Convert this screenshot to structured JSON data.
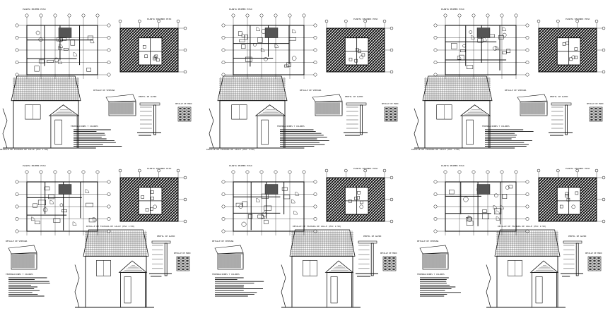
{
  "sheet": {
    "line_color": "#111111",
    "background": "#ffffff",
    "panels": [
      {
        "id": "p1",
        "plan_labels": [
          "PLANTA PRIMER PISO",
          "PLANTA SEGUNDO PISO"
        ],
        "detail_labels": [
          "DETALLE DE VENTANA",
          "PERFIL DE ALERO",
          "DETALLE DE MURO"
        ],
        "elevation_caption": "DETALLE DE FACHADA DE CALLE (ESC 1:50)",
        "notes_title": "TERMINACIONES Y COLORES"
      },
      {
        "id": "p2",
        "plan_labels": [
          "PLANTA PRIMER PISO",
          "PLANTA SEGUNDO PISO"
        ],
        "detail_labels": [
          "DETALLE DE VENTANA",
          "PERFIL DE ALERO",
          "DETALLE DE MURO"
        ],
        "elevation_caption": "DETALLE DE FACHADA DE CALLE (ESC 1:50)",
        "notes_title": "TERMINACIONES Y COLORES"
      },
      {
        "id": "p3",
        "plan_labels": [
          "PLANTA PRIMER PISO",
          "PLANTA SEGUNDO PISO"
        ],
        "detail_labels": [
          "DETALLE DE VENTANA",
          "PERFIL DE ALERO",
          "DETALLE DE MURO"
        ],
        "elevation_caption": "DETALLE DE FACHADA DE CALLE (ESC 1:50)",
        "notes_title": "TERMINACIONES Y COLORES"
      },
      {
        "id": "p4",
        "plan_labels": [
          "PLANTA PRIMER PISO",
          "PLANTA SEGUNDO PISO"
        ],
        "detail_labels": [
          "DETALLE DE VENTANA",
          "PERFIL DE ALERO",
          "DETALLE DE MURO"
        ],
        "elevation_caption": "DETALLE DE FACHADA DE CALLE (ESC 1:50)",
        "notes_title": "TERMINACIONES Y COLORES"
      },
      {
        "id": "p5",
        "plan_labels": [
          "PLANTA PRIMER PISO",
          "PLANTA SEGUNDO PISO"
        ],
        "detail_labels": [
          "DETALLE DE VENTANA",
          "PERFIL DE ALERO",
          "DETALLE DE MURO"
        ],
        "elevation_caption": "DETALLE DE FACHADA DE CALLE (ESC 1:50)",
        "notes_title": "TERMINACIONES Y COLORES"
      },
      {
        "id": "p6",
        "plan_labels": [
          "PLANTA PRIMER PISO",
          "PLANTA SEGUNDO PISO"
        ],
        "detail_labels": [
          "DETALLE DE VENTANA",
          "PERFIL DE ALERO",
          "DETALLE DE MURO"
        ],
        "elevation_caption": "DETALLE DE FACHADA DE CALLE (ESC 1:50)",
        "notes_title": "TERMINACIONES Y COLORES"
      }
    ]
  }
}
